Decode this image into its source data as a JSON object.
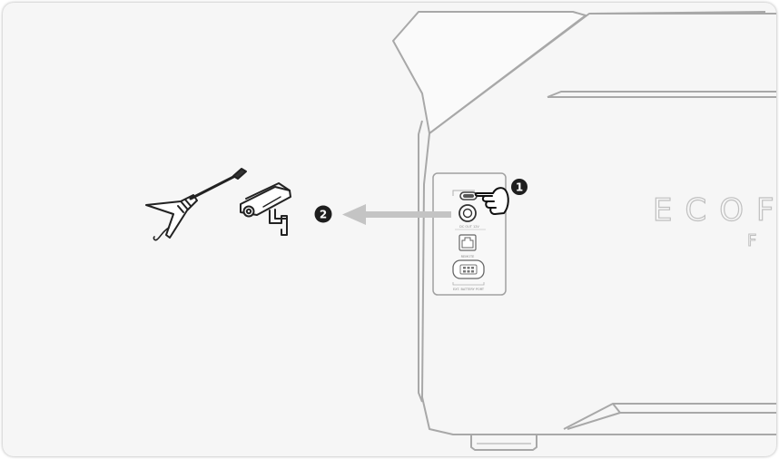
{
  "brand": {
    "text": "ECOF",
    "subtext": "F"
  },
  "steps": {
    "one": {
      "label": "1"
    },
    "two": {
      "label": "2"
    }
  },
  "port_labels": {
    "dc_out": "DC OUT 12V",
    "remote": "REMOTE",
    "ext": "EXT. BATTERY PORT"
  },
  "colors": {
    "line": "#9a9a9a",
    "dark": "#1e1e1e",
    "arrow": "#c4c4c4",
    "bg": "#f6f6f6"
  },
  "icons": {
    "device_one": "electric-guitar-icon",
    "device_two": "security-camera-icon",
    "hand": "pointing-hand-icon"
  }
}
